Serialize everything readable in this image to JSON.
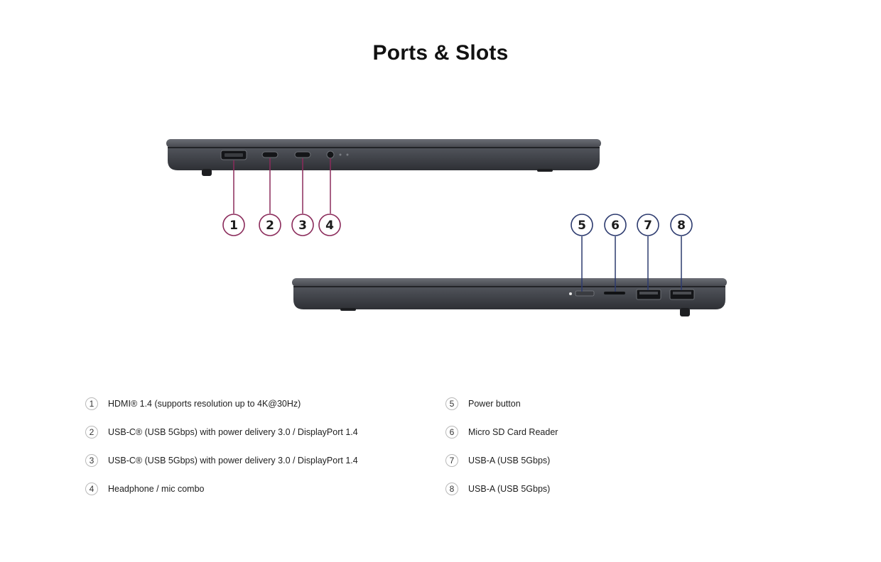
{
  "page": {
    "title": "Ports & Slots"
  },
  "colors": {
    "left_callout": "#8a2a5a",
    "right_callout": "#2c3a6e",
    "laptop_body": "#4a4d54",
    "laptop_edge": "#2f3136"
  },
  "left_side": {
    "callouts": [
      {
        "label": "1"
      },
      {
        "label": "2"
      },
      {
        "label": "3"
      },
      {
        "label": "4"
      }
    ]
  },
  "right_side": {
    "callouts": [
      {
        "label": "5"
      },
      {
        "label": "6"
      },
      {
        "label": "7"
      },
      {
        "label": "8"
      }
    ]
  },
  "legend": {
    "left_column": [
      {
        "number": "1",
        "text": "HDMI® 1.4 (supports resolution up to 4K@30Hz)"
      },
      {
        "number": "2",
        "text": "USB-C® (USB 5Gbps) with power delivery 3.0 / DisplayPort 1.4"
      },
      {
        "number": "3",
        "text": "USB-C® (USB 5Gbps) with power delivery 3.0 / DisplayPort 1.4"
      },
      {
        "number": "4",
        "text": "Headphone / mic combo"
      }
    ],
    "right_column": [
      {
        "number": "5",
        "text": "Power button"
      },
      {
        "number": "6",
        "text": "Micro SD Card Reader"
      },
      {
        "number": "7",
        "text": "USB-A (USB 5Gbps)"
      },
      {
        "number": "8",
        "text": "USB-A (USB 5Gbps)"
      }
    ]
  }
}
